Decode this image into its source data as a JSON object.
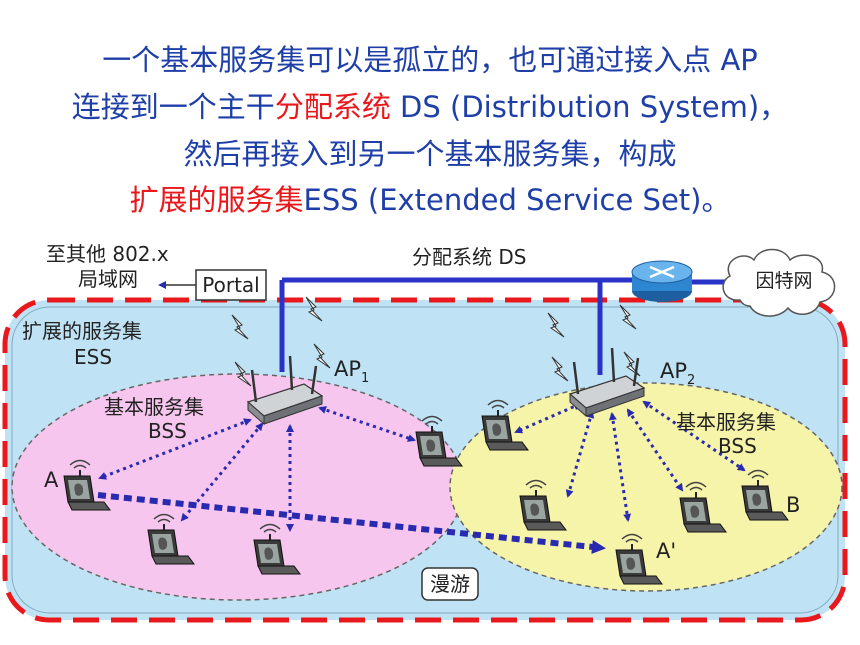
{
  "title": {
    "line1": "一个基本服务集可以是孤立的，也可通过接入点 AP",
    "line2_prefix": "连接到一个主干",
    "line2_red": "分配系统",
    "line2_suffix": " DS (Distribution System)，",
    "line3": "然后再接入到另一个基本服务集，构成",
    "line4_red": "扩展的服务集",
    "line4_suffix": "ESS (Extended Service Set)。"
  },
  "diagram": {
    "other_lan_line1": "至其他 802.x",
    "other_lan_line2": "局域网",
    "portal": "Portal",
    "ds_label": "分配系统 DS",
    "internet": "因特网",
    "ess_line1": "扩展的服务集",
    "ess_line2": "ESS",
    "ap1": "AP",
    "ap1_sub": "1",
    "ap2": "AP",
    "ap2_sub": "2",
    "bss1_line1": "基本服务集",
    "bss1_line2": "BSS",
    "bss2_line1": "基本服务集",
    "bss2_line2": "BSS",
    "station_a": "A",
    "station_a_prime": "A'",
    "station_b": "B",
    "roaming": "漫游"
  },
  "colors": {
    "title_blue": "#1f3fa8",
    "title_red": "#e8181c",
    "ds_line": "#2a33c8",
    "ess_border": "#e8181c",
    "ess_fill": "#bfe3f5",
    "bss1_fill": "#f6c6ee",
    "bss2_fill": "#f6f4a8"
  },
  "icons": [
    "laptop-icon",
    "access-point-icon",
    "router-icon",
    "cloud-icon",
    "lightning-icon"
  ]
}
